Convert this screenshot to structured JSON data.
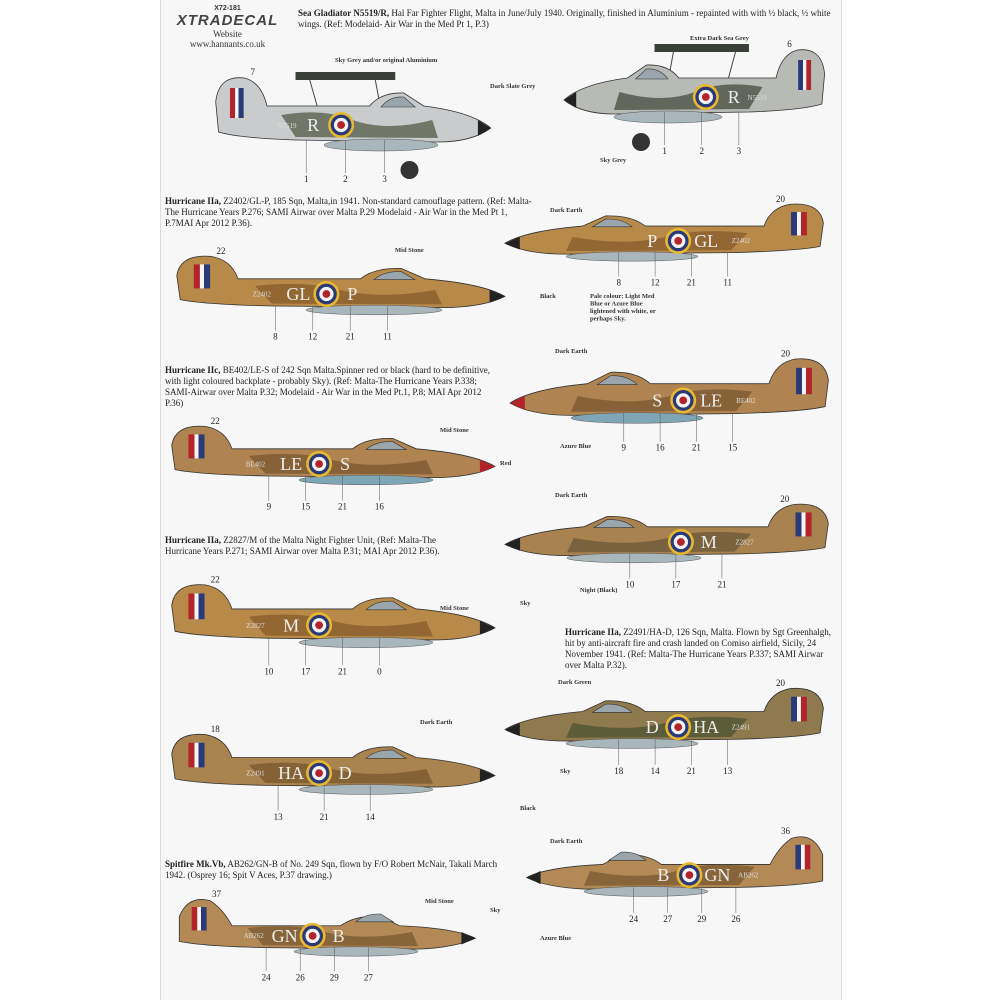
{
  "header": {
    "product_code": "X72-181",
    "brand": "XTRADECAL",
    "website_label": "Website",
    "website_url": "www.hannants.co.uk"
  },
  "descriptions": [
    {
      "title": "Sea Gladiator N5519/R,",
      "text": " Hal Far Fighter Flight, Malta in June/July 1940. Originally, finished in Aluminium - repainted with with ½ black, ½ white wings. (Ref: Modelaid- Air War in the Med Pt 1, P.3)"
    },
    {
      "title": "Hurricane IIa,",
      "text": " Z2402/GL-P, 185 Sqn, Malta,in 1941. Non-standard camouflage pattern. (Ref: Malta-The Hurricane Years P.276; SAMI Airwar over Malta P.29 Modelaid - Air War in the Med Pt 1, P.7MAI Apr 2012 P.36)."
    },
    {
      "title": "Hurricane IIc,",
      "text": " BE402/LE-S of 242 Sqn Malta.Spinner red or black (hard to be definitive, with light coloured backplate - probably Sky). (Ref: Malta-The Hurricane Years P.338; SAMI-Airwar over Malta P.32; Modelaid - Air War in the Med Pt.1, P.8; MAI Apr 2012 P.36)"
    },
    {
      "title": "Hurricane IIa,",
      "text": " Z2827/M of the Malta Night Fighter Unit, (Ref: Malta-The Hurricane Years P.271; SAMI Airwar over Malta P.31; MAI Apr 2012 P.36)."
    },
    {
      "title": "Hurricane IIa,",
      "text": " Z2491/HA-D, 126 Sqn, Malta. Flown by Sgt Greenhalgh, hit by anti-aircraft fire and crash landed on Comiso airfield, Sicily, 24 November 1941. (Ref: Malta-The Hurricane Years P.337; SAMI Airwar over Malta P.32)."
    },
    {
      "title": "Spitfire Mk.Vb,",
      "text": " AB262/GN-B of No. 249 Sqn, flown by F/O Robert McNair, Takali March 1942. (Osprey 16; Spit V Aces, P.37 drawing.)"
    }
  ],
  "aircraft": [
    {
      "serial": "N5519",
      "codes": [
        "R"
      ],
      "numbers": [
        "7",
        "1",
        "2",
        "3"
      ],
      "colors": {
        "body": "#c9cbcc",
        "camo": "#5a6150"
      }
    },
    {
      "serial": "N5519",
      "codes": [
        "R"
      ],
      "numbers": [
        "6",
        "3",
        "2",
        "1"
      ],
      "colors": {
        "body": "#b8bab6",
        "camo": "#4b5245"
      }
    },
    {
      "serial": "Z2402",
      "codes": [
        "GL",
        "P"
      ],
      "numbers": [
        "20",
        "11",
        "21",
        "12",
        "8"
      ],
      "colors": {
        "body": "#b88a4a",
        "camo": "#8a5e2c"
      }
    },
    {
      "serial": "Z2402",
      "codes": [
        "GL",
        "P"
      ],
      "numbers": [
        "22",
        "8",
        "12",
        "21",
        "11"
      ],
      "colors": {
        "body": "#b88a4a",
        "camo": "#8a5e2c"
      }
    },
    {
      "serial": "BE402",
      "codes": [
        "LE",
        "S"
      ],
      "numbers": [
        "20",
        "15",
        "21",
        "16",
        "9"
      ],
      "colors": {
        "body": "#b08450",
        "camo": "#7d5a33"
      }
    },
    {
      "serial": "BE402",
      "codes": [
        "LE",
        "S"
      ],
      "numbers": [
        "22",
        "9",
        "15",
        "21",
        "16"
      ],
      "colors": {
        "body": "#b08450",
        "camo": "#7d5a33"
      }
    },
    {
      "serial": "Z2827",
      "codes": [
        "M"
      ],
      "numbers": [
        "20",
        "21",
        "17",
        "10"
      ],
      "colors": {
        "body": "#a8834f",
        "camo": "#6e5a3a"
      }
    },
    {
      "serial": "Z2827",
      "codes": [
        "M"
      ],
      "numbers": [
        "22",
        "10",
        "17",
        "21",
        "0"
      ],
      "colors": {
        "body": "#b88a4a",
        "camo": "#8a5e2c"
      }
    },
    {
      "serial": "Z2491",
      "codes": [
        "HA",
        "D"
      ],
      "numbers": [
        "20",
        "13",
        "21",
        "14",
        "18"
      ],
      "colors": {
        "body": "#8f7a4e",
        "camo": "#4f5535"
      }
    },
    {
      "serial": "Z2491",
      "codes": [
        "HA",
        "D"
      ],
      "numbers": [
        "18",
        "13",
        "21",
        "14"
      ],
      "colors": {
        "body": "#a9844e",
        "camo": "#7a5a30"
      }
    },
    {
      "serial": "AB262",
      "codes": [
        "GN",
        "B"
      ],
      "numbers": [
        "36",
        "26",
        "29",
        "27",
        "24"
      ],
      "colors": {
        "body": "#b38a55",
        "camo": "#7d5a33"
      }
    },
    {
      "serial": "AB262",
      "codes": [
        "GN",
        "B"
      ],
      "numbers": [
        "37",
        "24",
        "26",
        "29",
        "27"
      ],
      "colors": {
        "body": "#b38a55",
        "camo": "#7d5a33"
      }
    }
  ],
  "callouts": [
    "Sky Grey and/or original Aluminium",
    "Dark Slate Grey",
    "Extra Dark Sea Grey",
    "Sky Grey",
    "Dark Earth",
    "Mid Stone",
    "Black",
    "Pale colour: Light Med Blue or Azure Blue lightened with white, or perhaps Sky.",
    "Dark Earth",
    "Mid Stone",
    "Red",
    "Azure Blue",
    "Dark Earth",
    "Night (Black)",
    "Mid Stone",
    "Sky",
    "Dark Green",
    "Sky",
    "Dark Earth",
    "Black",
    "Dark Earth",
    "Azure Blue",
    "Mid Stone",
    "Sky"
  ],
  "roundel_colors": {
    "yellow": "#e8b830",
    "blue": "#2a3a78",
    "white": "#f4f4f4",
    "red": "#b3242a"
  }
}
